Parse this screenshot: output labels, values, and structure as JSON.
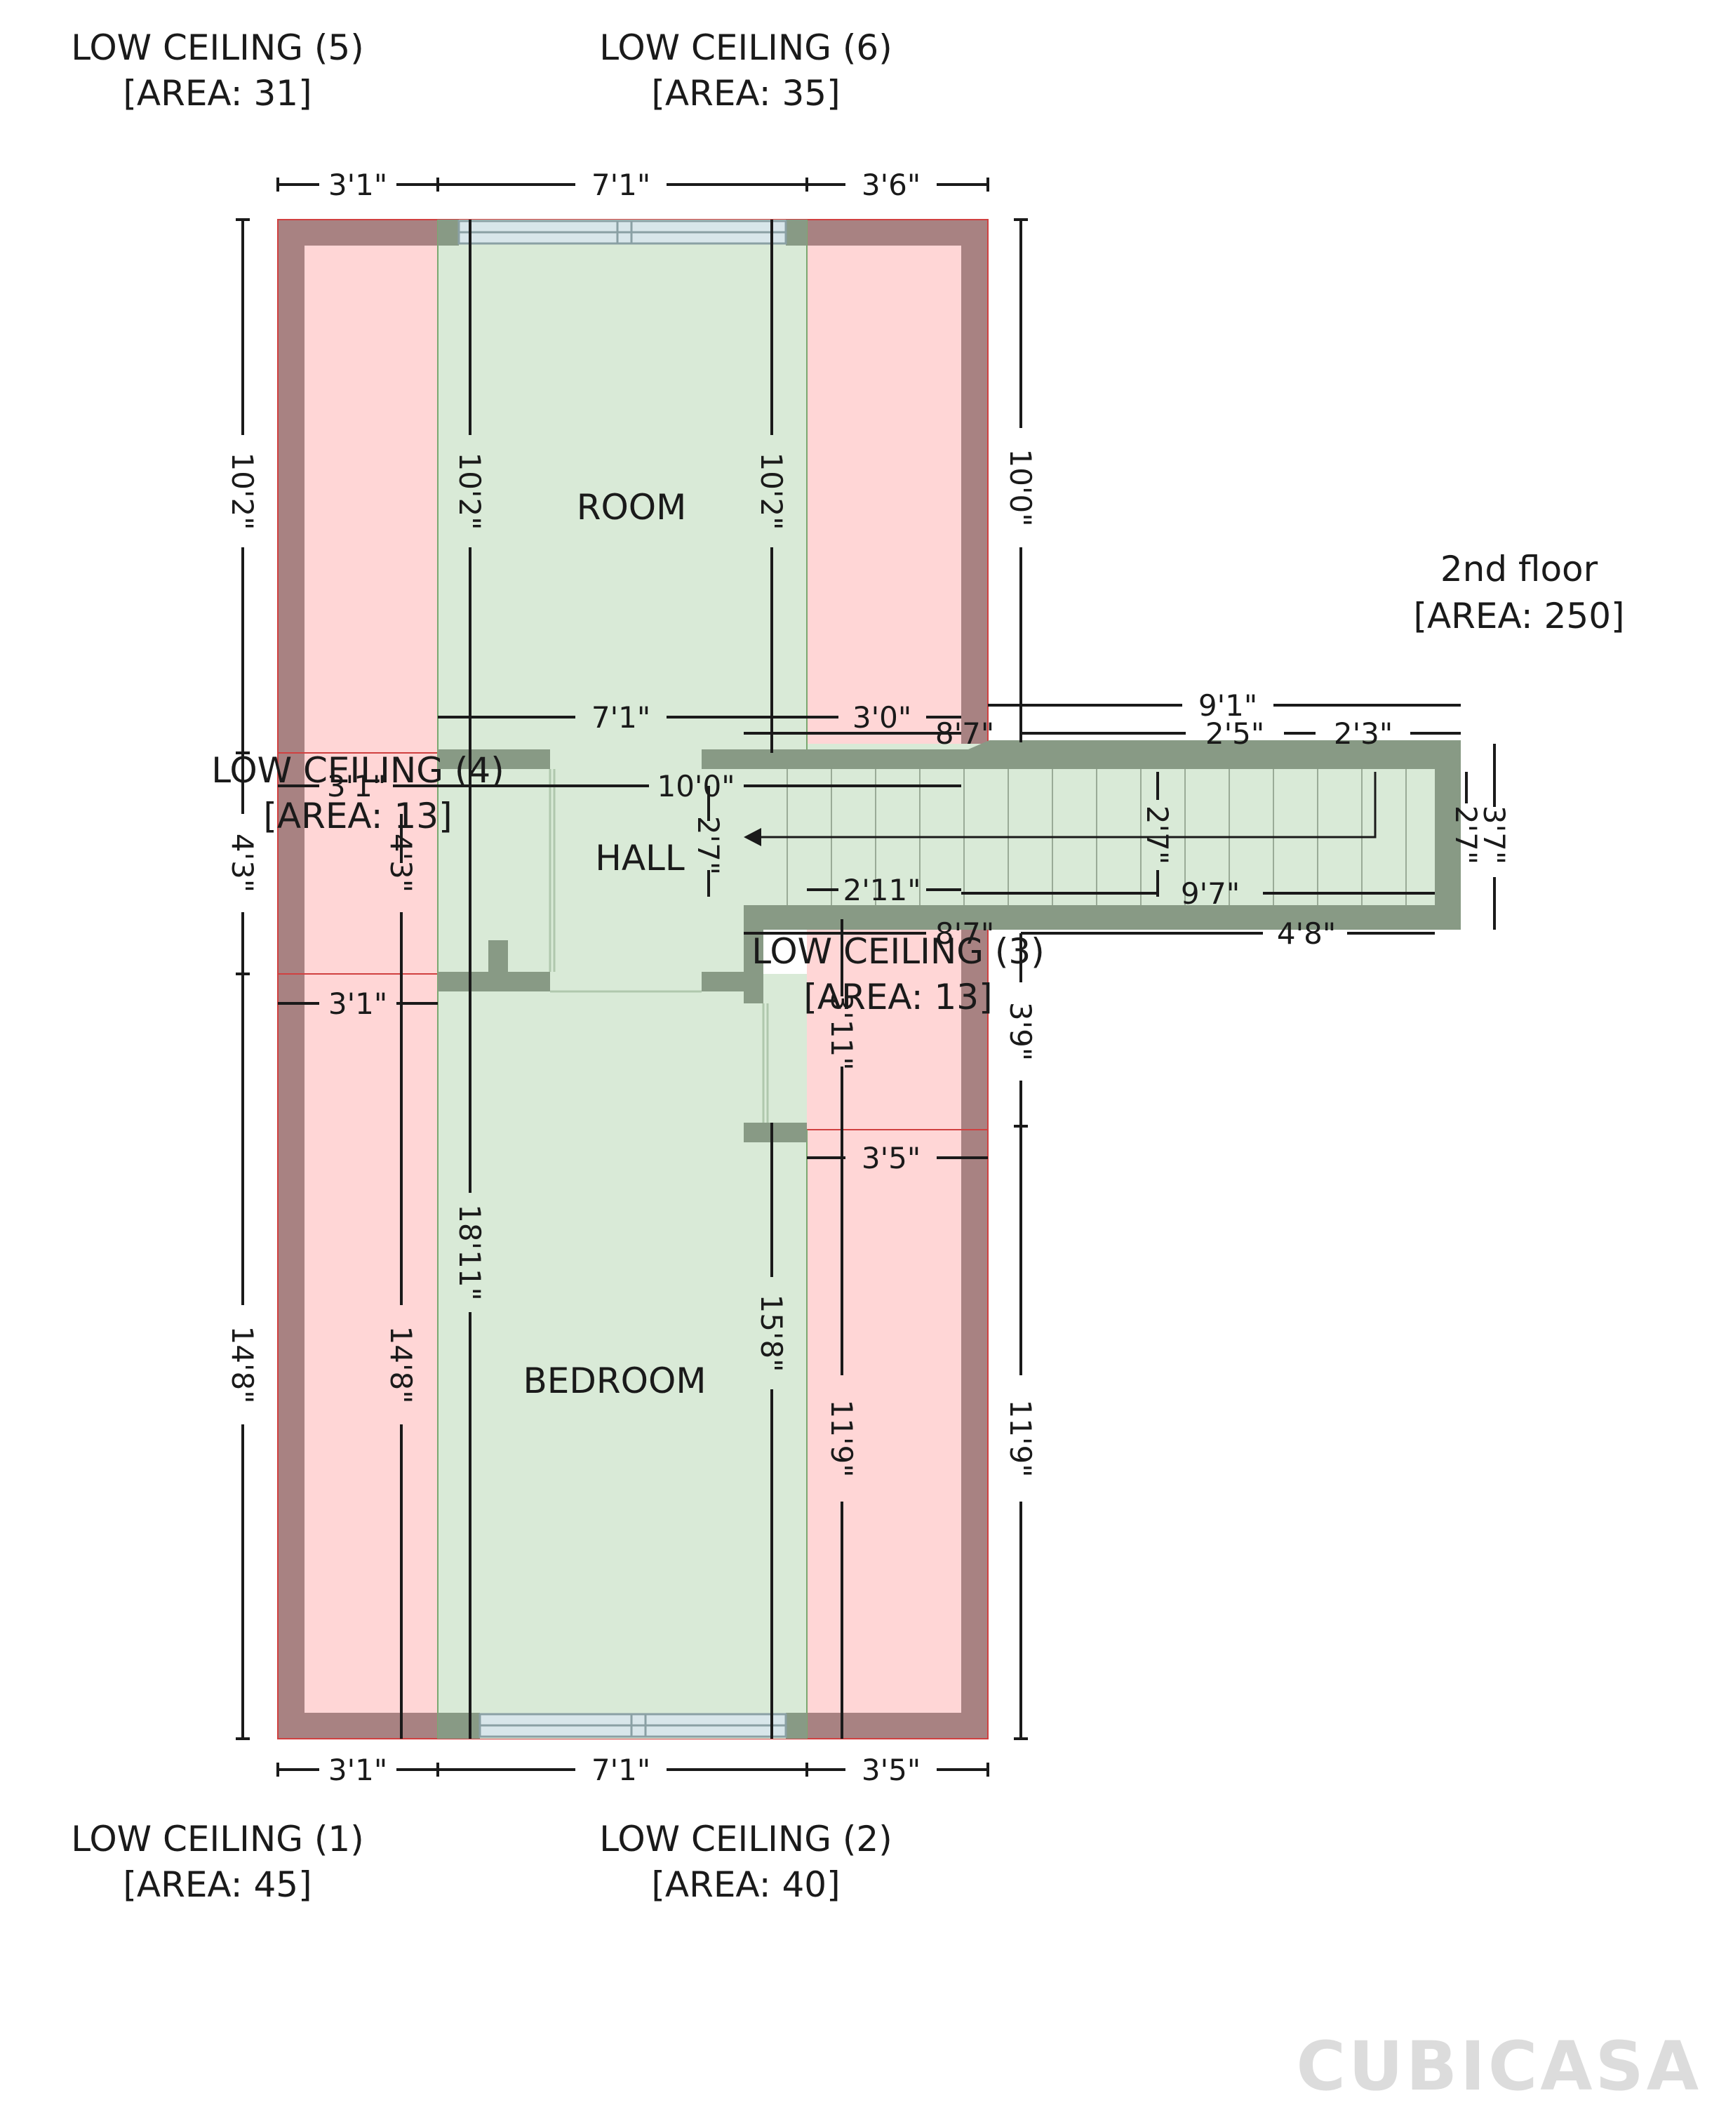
{
  "plan": {
    "floor_label": "2nd floor",
    "floor_area": "[AREA: 250]",
    "rooms": {
      "room": "ROOM",
      "hall": "HALL",
      "bedroom": "BEDROOM"
    },
    "low_ceilings": {
      "lc5_name": "LOW CEILING (5)",
      "lc5_area": "[AREA: 31]",
      "lc6_name": "LOW CEILING (6)",
      "lc6_area": "[AREA: 35]",
      "lc4_name": "LOW CEILING (4)",
      "lc4_area": "[AREA: 13]",
      "lc3_name": "LOW CEILING (3)",
      "lc3_area": "[AREA: 13]",
      "lc1_name": "LOW CEILING (1)",
      "lc1_area": "[AREA: 45]",
      "lc2_name": "LOW CEILING (2)",
      "lc2_area": "[AREA: 40]"
    },
    "dims": {
      "top_left": "3'1\"",
      "top_mid": "7'1\"",
      "top_right": "3'6\"",
      "left_top": "10'2\"",
      "left_mid": "4'3\"",
      "left_bot": "14'8\"",
      "room_left": "10'2\"",
      "room_right": "10'2\"",
      "right_top": "10'0\"",
      "right_mid": "3'9\"",
      "right_bot": "11'9\"",
      "room_width": "7'1\"",
      "lc6_width": "3'0\"",
      "stair_top_total": "9'1\"",
      "stair_8_7_top": "8'7\"",
      "stair_2_5": "2'5\"",
      "stair_2_3": "2'3\"",
      "hall_width": "10'0\"",
      "lc4_width": "3'1\"",
      "lc4_height": "4'3\"",
      "hall_2_7": "2'7\"",
      "stair_inner_2_7": "2'7\"",
      "stair_end_3_7": "3'7\"",
      "stair_end_2_7": "2'7\"",
      "hall_2_11": "2'11\"",
      "stair_9_7": "9'7\"",
      "stair_8_7_bot": "8'7\"",
      "stair_4_8": "4'8\"",
      "lc1_width_top": "3'1\"",
      "lc3_height": "3'11\"",
      "bedroom_18_11": "18'11\"",
      "lc1_height": "14'8\"",
      "bedroom_15_8": "15'8\"",
      "lc2_width": "3'5\"",
      "lc2_height": "11'9\"",
      "bot_left": "3'1\"",
      "bot_mid": "7'1\"",
      "bot_right": "3'5\""
    }
  },
  "brand": {
    "logo_text": "CUBICASA"
  },
  "colors": {
    "room_fill": "#d9ead7",
    "low_ceiling_fill": "#ffd6d6",
    "wall": "#889a85",
    "low_ceiling_wall": "#a88282",
    "dimension_line": "#1a1a1a"
  }
}
